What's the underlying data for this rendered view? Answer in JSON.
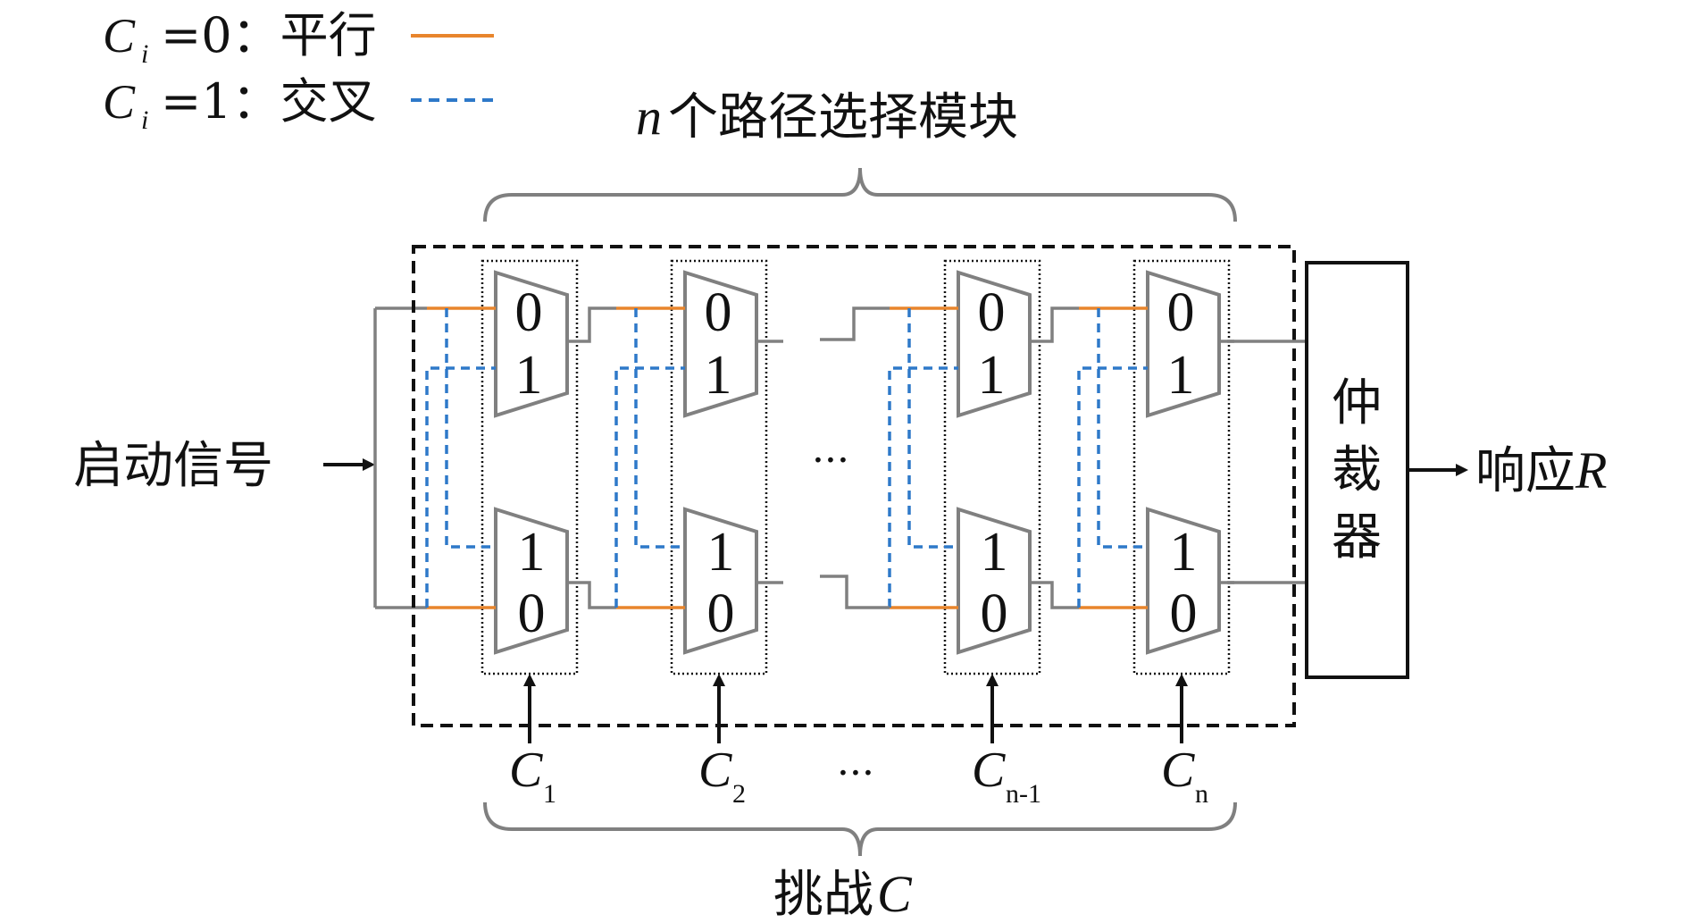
{
  "legend": {
    "items": [
      {
        "symbol": "C",
        "subscript": "i",
        "text": "=0：平行",
        "line_style": "solid",
        "color": "#e8852c"
      },
      {
        "symbol": "C",
        "subscript": "i",
        "text": "=1：交叉",
        "line_style": "dashed",
        "color": "#2e79c9"
      }
    ]
  },
  "top_brace_label": {
    "var": "n",
    "text": "个路径选择模块"
  },
  "input_label": "启动信号",
  "arbiter_label": [
    "仲",
    "裁",
    "器"
  ],
  "output_label": {
    "text": "响应",
    "var": "R"
  },
  "modules": [
    {
      "challenge": {
        "symbol": "C",
        "subscript": "1"
      },
      "top_mux": [
        "0",
        "1"
      ],
      "bottom_mux": [
        "1",
        "0"
      ]
    },
    {
      "challenge": {
        "symbol": "C",
        "subscript": "2"
      },
      "top_mux": [
        "0",
        "1"
      ],
      "bottom_mux": [
        "1",
        "0"
      ]
    },
    {
      "challenge": {
        "symbol": "C",
        "subscript": "n-1"
      },
      "top_mux": [
        "0",
        "1"
      ],
      "bottom_mux": [
        "1",
        "0"
      ]
    },
    {
      "challenge": {
        "symbol": "C",
        "subscript": "n"
      },
      "top_mux": [
        "0",
        "1"
      ],
      "bottom_mux": [
        "1",
        "0"
      ]
    }
  ],
  "ellipsis": "···",
  "bottom_brace_label": {
    "text": "挑战",
    "var": "C"
  },
  "colors": {
    "parallel": "#e8852c",
    "cross": "#2e79c9",
    "wire": "#808080",
    "frame": "#111111"
  }
}
